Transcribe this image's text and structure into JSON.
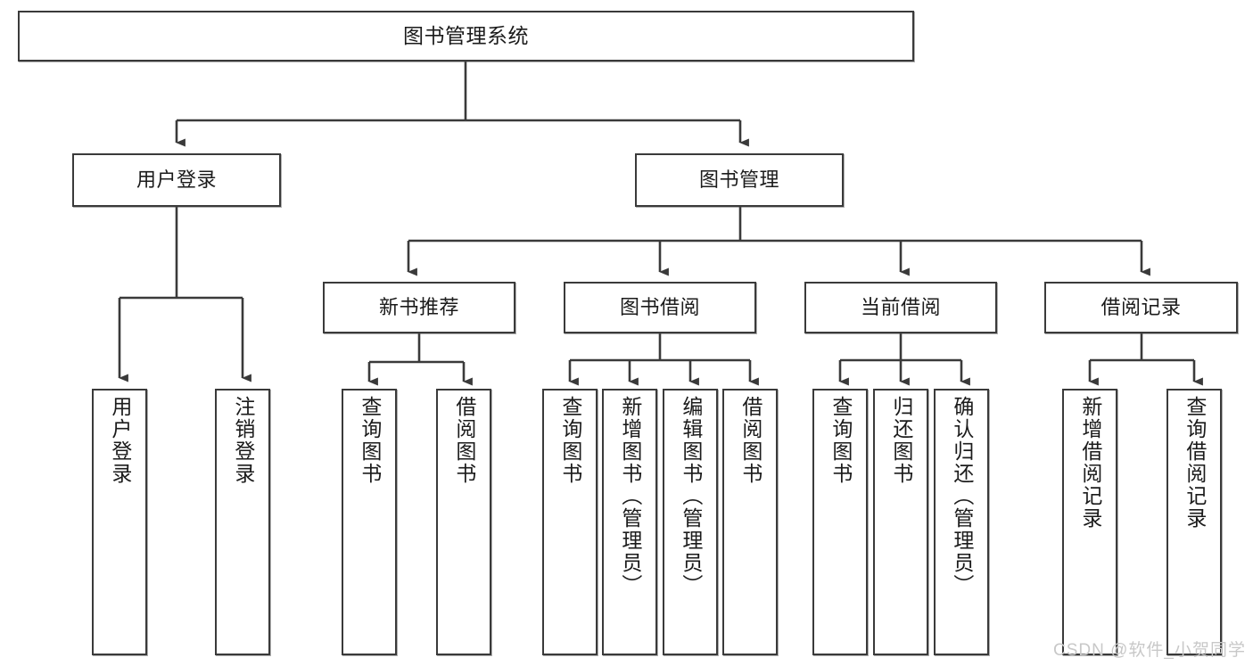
{
  "diagram": {
    "title": "图书管理系统",
    "type": "hierarchy-tree",
    "watermark": "CSDN @软件_小贺同学",
    "colors": {
      "box_border": "#3a3a3a",
      "box_fill": "#ffffff",
      "connector": "#3a3a3a",
      "text": "#1b1b1b",
      "watermark": "#c8c8c8"
    },
    "levels": {
      "level0": [
        "图书管理系统"
      ],
      "level1": [
        "用户登录",
        "图书管理"
      ],
      "level2": [
        "新书推荐",
        "图书借阅",
        "当前借阅",
        "借阅记录"
      ],
      "level3_by_parent": {
        "用户登录": [
          "用户登录",
          "注销登录"
        ],
        "新书推荐": [
          "查询图书",
          "借阅图书"
        ],
        "图书借阅": [
          "查询图书",
          "新增图书（管理员）",
          "编辑图书（管理员）",
          "借阅图书"
        ],
        "当前借阅": [
          "查询图书",
          "归还图书",
          "确认归还（管理员）"
        ],
        "借阅记录": [
          "新增借阅记录",
          "查询借阅记录"
        ]
      }
    },
    "nodes": {
      "root": {
        "label": "图书管理系统"
      },
      "user_login": {
        "label": "用户登录"
      },
      "book_manage": {
        "label": "图书管理"
      },
      "new_book_rec": {
        "label": "新书推荐"
      },
      "book_borrow": {
        "label": "图书借阅"
      },
      "current_borrow": {
        "label": "当前借阅"
      },
      "borrow_record": {
        "label": "借阅记录"
      },
      "leaf_user_login": {
        "label": "用户登录"
      },
      "leaf_logout": {
        "label": "注销登录"
      },
      "leaf_query_book_1": {
        "label": "查询图书"
      },
      "leaf_borrow_book_1": {
        "label": "借阅图书"
      },
      "leaf_query_book_2": {
        "label": "查询图书"
      },
      "leaf_add_book": {
        "label": "新增图书（管理员）"
      },
      "leaf_edit_book": {
        "label": "编辑图书（管理员）"
      },
      "leaf_borrow_book_2": {
        "label": "借阅图书"
      },
      "leaf_query_book_3": {
        "label": "查询图书"
      },
      "leaf_return_book": {
        "label": "归还图书"
      },
      "leaf_confirm_return": {
        "label": "确认归还（管理员）"
      },
      "leaf_add_record": {
        "label": "新增借阅记录"
      },
      "leaf_query_record": {
        "label": "查询借阅记录"
      }
    }
  }
}
